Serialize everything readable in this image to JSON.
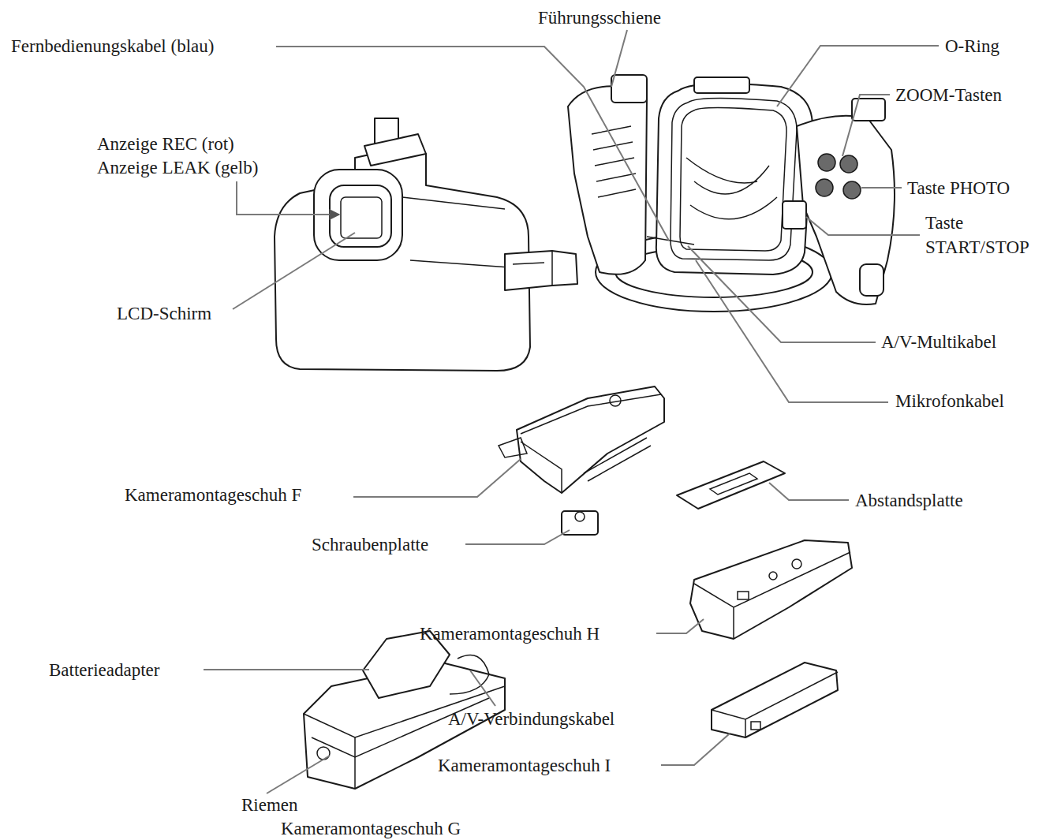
{
  "diagram": {
    "labels": [
      "Führungsschiene",
      "Fernbedienungskabel (blau)",
      "O-Ring",
      "ZOOM-Tasten",
      "Anzeige REC (rot)",
      "Anzeige LEAK (gelb)",
      "Taste PHOTO",
      "Taste START/STOP",
      "LCD-Schirm",
      "A/V-Multikabel",
      "Mikrofonkabel",
      "Kameramontageschuh F",
      "Abstandsplatte",
      "Schraubenplatte",
      "Kameramontageschuh H",
      "Batterieadapter",
      "A/V-Verbindungskabel",
      "Kameramontageschuh I",
      "Riemen",
      "Kameramontageschuh G"
    ]
  }
}
